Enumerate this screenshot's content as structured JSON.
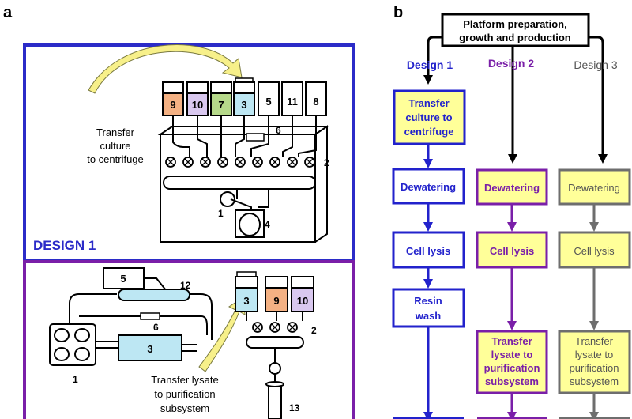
{
  "panel_a": {
    "letter": "a",
    "design1": {
      "title": "DESIGN 1",
      "annotation": [
        "Transfer",
        "culture",
        "to centrifuge"
      ],
      "bottles": [
        {
          "label": "9",
          "color": "#f4b183"
        },
        {
          "label": "10",
          "color": "#d9c8ef"
        },
        {
          "label": "7",
          "color": "#b6d98a"
        },
        {
          "label": "3",
          "color": "#bde7f3"
        },
        {
          "label": "5",
          "color": "#ffffff"
        },
        {
          "label": "11",
          "color": "#ffffff"
        },
        {
          "label": "8",
          "color": "#ffffff"
        }
      ],
      "callouts": {
        "c6": "6",
        "c2": "2",
        "c1": "1",
        "c4": "4"
      }
    },
    "design2": {
      "annotation": [
        "Transfer lysate",
        "to purification",
        "subsystem"
      ],
      "box5": "5",
      "box3": "3",
      "bottles": [
        {
          "label": "3",
          "color": "#bde7f3"
        },
        {
          "label": "9",
          "color": "#f4b183"
        },
        {
          "label": "10",
          "color": "#d9c8ef"
        }
      ],
      "callouts": {
        "c12": "12",
        "c6": "6",
        "c1": "1",
        "c2": "2",
        "c13": "13"
      }
    }
  },
  "panel_b": {
    "letter": "b",
    "top_box": [
      "Platform preparation,",
      "growth and production"
    ],
    "designs": [
      "Design 1",
      "Design 2",
      "Design 3"
    ],
    "colors": {
      "d1": "#2222cc",
      "d2": "#7a1fa8",
      "d3": "#6e6e6e",
      "fill": "#ffff99"
    },
    "col1": [
      [
        "Transfer",
        "culture to",
        "centrifuge"
      ],
      [
        "Dewatering"
      ],
      [
        "Cell lysis"
      ],
      [
        "Resin",
        "wash"
      ]
    ],
    "col2": [
      [
        "Dewatering"
      ],
      [
        "Cell lysis"
      ],
      [
        "Transfer",
        "lysate to",
        "purification",
        "subsystem"
      ]
    ],
    "col3": [
      [
        "Dewatering"
      ],
      [
        "Cell lysis"
      ],
      [
        "Transfer",
        "lysate to",
        "purification",
        "subsystem"
      ]
    ]
  }
}
